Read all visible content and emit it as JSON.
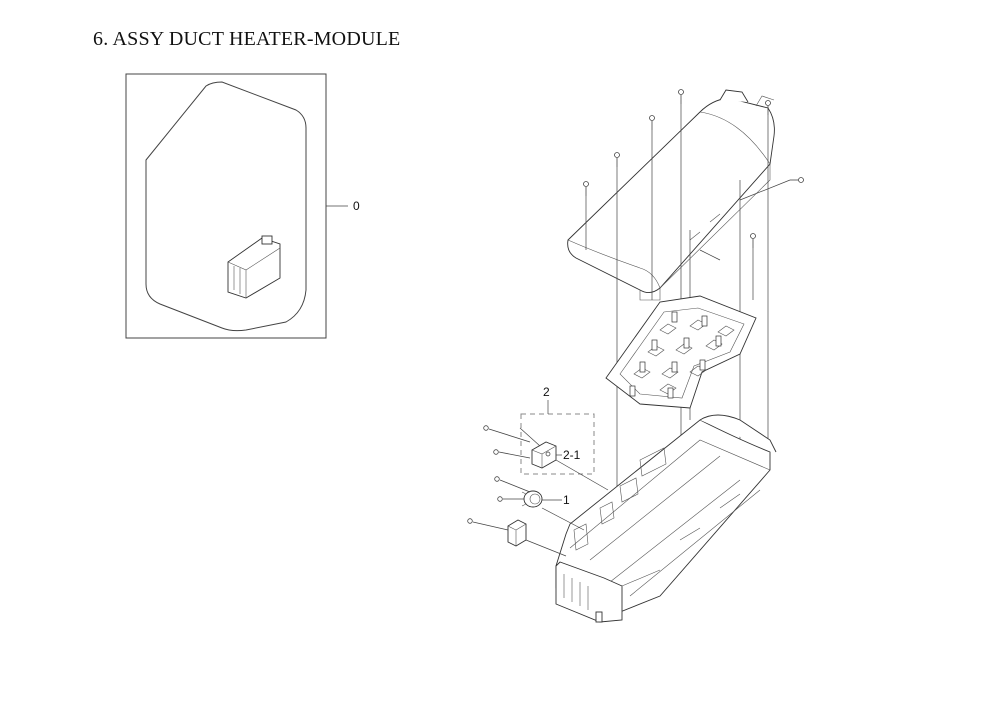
{
  "page": {
    "title": "6. ASSY DUCT HEATER-MODULE"
  },
  "callouts": {
    "assembly": "0",
    "part_1": "1",
    "group_2": "2",
    "part_2_1": "2-1"
  }
}
